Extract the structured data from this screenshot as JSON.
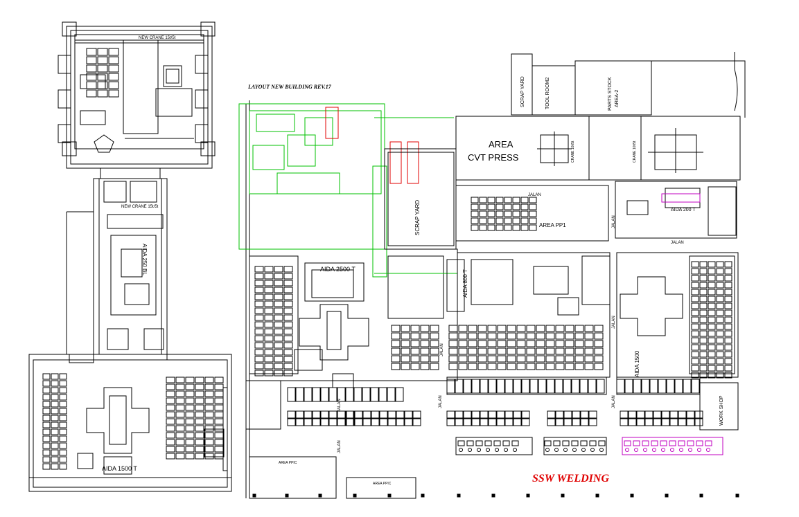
{
  "labels": {
    "title": "LAYOUT NEW BUILDING REV.17",
    "new_crane_top": "NEW CRANE 15t/5t",
    "new_crane_mid": "NEW CRANE 15t/5t",
    "aida_250": "AIDA 250 BL",
    "aida_1500_left": "AIDA 1500 T",
    "aida_2500": "AIDA 2500 T",
    "aida_800": "AIDA 800 T",
    "aida_1500_right": "AIDA 1500",
    "aida_200": "AIDA 200 T",
    "area": "AREA",
    "cvt_press": "CVT PRESS",
    "area_pp1": "AREA PP1",
    "scrap_yard_top": "SCRAP YARD",
    "scrap_yard_mid": "SCRAP YARD",
    "tool_room": "TOOL ROOM2",
    "parts_stock": "PARTS STOCK",
    "parts_stock_area": "AREA-2",
    "crane_left": "CRANE 10t/5t",
    "crane_right": "CRANE 10t/5t",
    "jalan": "JALAN",
    "work_shop": "WORK SHOP",
    "ssw_welding": "SSW WELDING",
    "area_ppic": "AREA PPIC"
  },
  "colors": {
    "line": "#000000",
    "green": "#00c000",
    "red": "#e00000",
    "magenta": "#c000c0",
    "ssw": "#e00000"
  }
}
